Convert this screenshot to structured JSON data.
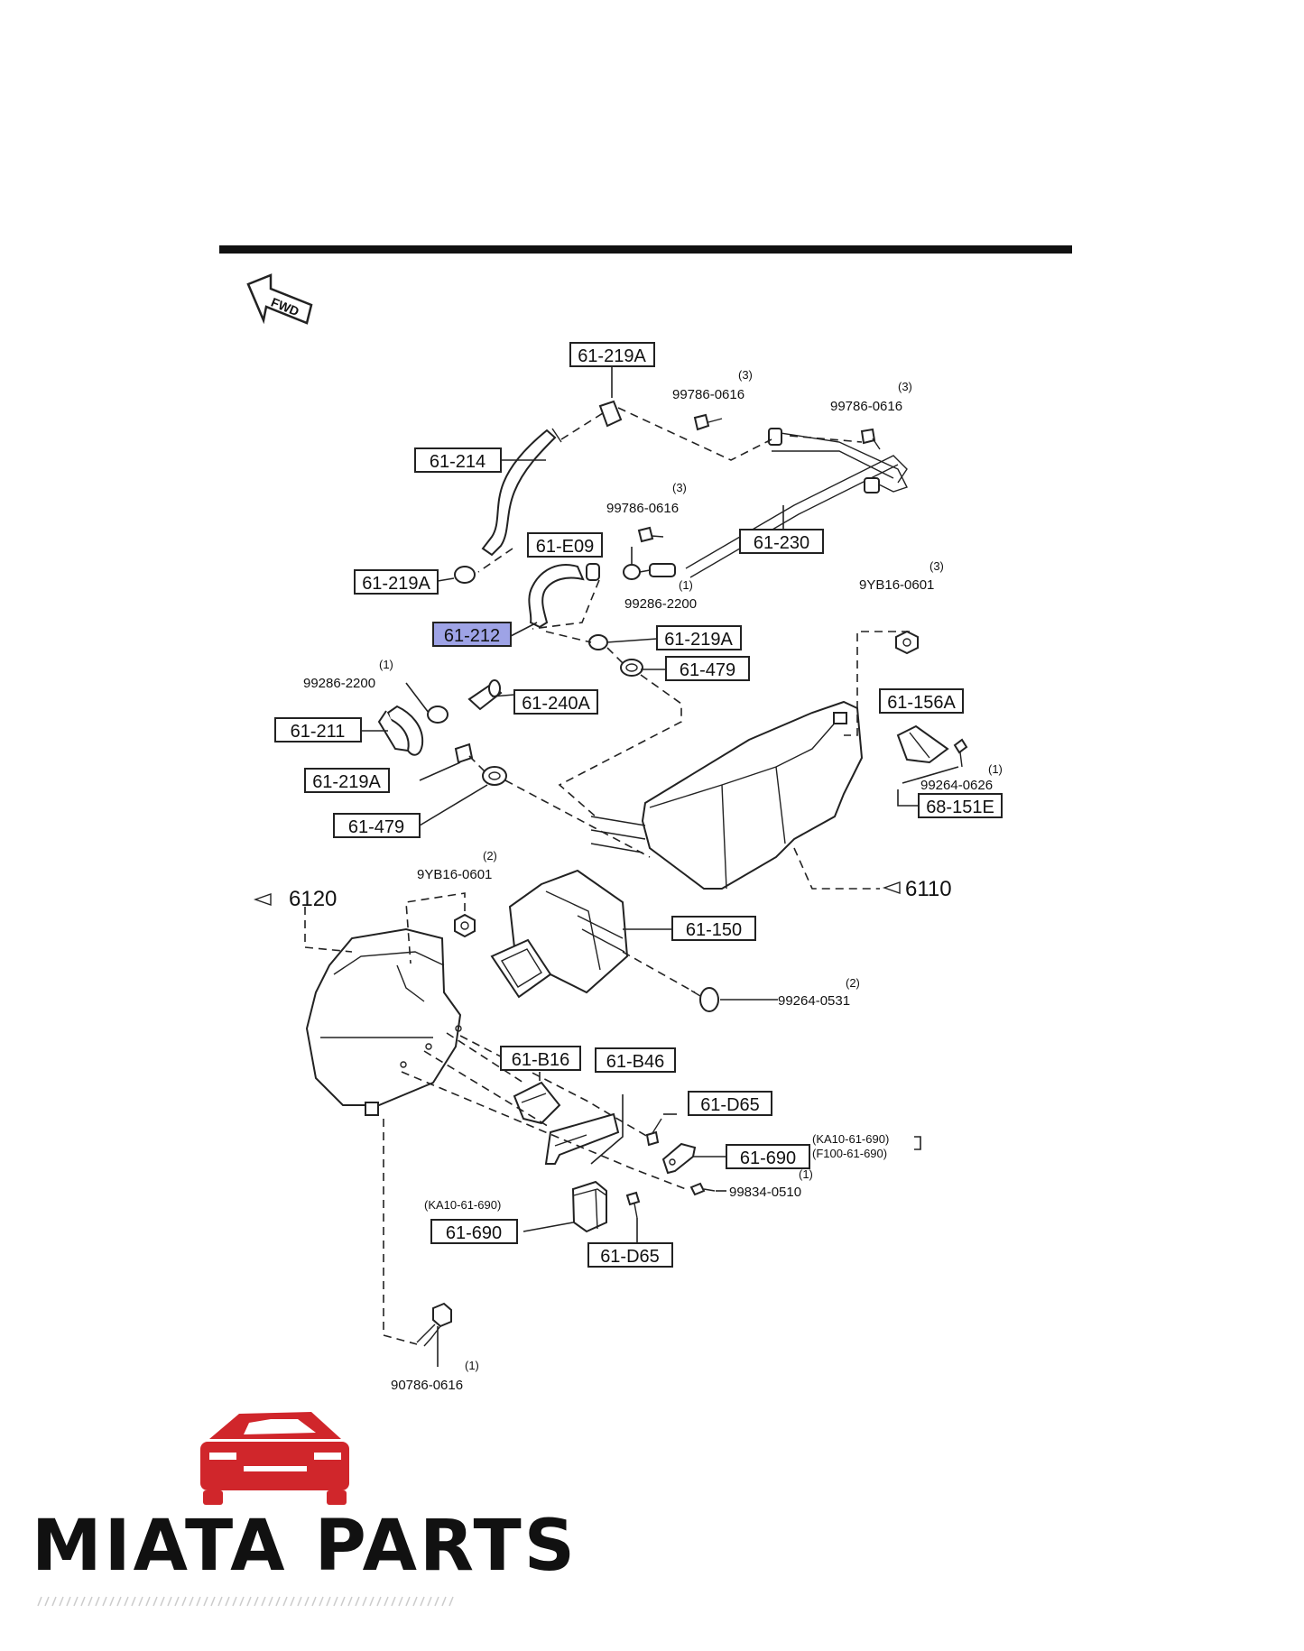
{
  "fwd_label": "FWD",
  "labels": {
    "p_61_219A_top": "61-219A",
    "p_61_214": "61-214",
    "p_61_219A_left": "61-219A",
    "p_61_E09": "61-E09",
    "p_61_230": "61-230",
    "p_61_212": "61-212",
    "p_61_219A_mid": "61-219A",
    "p_61_479_mid": "61-479",
    "p_61_240A": "61-240A",
    "p_61_211": "61-211",
    "p_61_219A_low": "61-219A",
    "p_61_479_low": "61-479",
    "p_61_156A": "61-156A",
    "p_68_151E": "68-151E",
    "p_61_150": "61-150",
    "p_61_B16": "61-B16",
    "p_61_B46": "61-B46",
    "p_61_D65_upper": "61-D65",
    "p_61_690_right": "61-690",
    "p_61_690_left": "61-690",
    "p_61_D65_lower": "61-D65"
  },
  "refs": {
    "r_6120": "6120",
    "r_6110": "6110"
  },
  "specs": {
    "s1": "99786-0616",
    "s1q": "(3)",
    "s2": "99786-0616",
    "s2q": "(3)",
    "s3": "99786-0616",
    "s3q": "(3)",
    "s4": "99286-2200",
    "s4q": "(1)",
    "s5": "9YB16-0601",
    "s5q": "(3)",
    "s6": "99286-2200",
    "s6q": "(1)",
    "s7": "99264-0626",
    "s7q": "(1)",
    "s8": "9YB16-0601",
    "s8q": "(2)",
    "s9": "99264-0531",
    "s9q": "(2)",
    "s10": "99834-0510",
    "s10q": "(1)",
    "s11": "90786-0616",
    "s11q": "(1)",
    "app1": "(KA10-61-690)",
    "app2": "(F100-61-690)",
    "app3": "(KA10-61-690)"
  },
  "brand": {
    "name": "MIATA PARTS",
    "logo_color": "#d0262b",
    "stripe_color": "#cccccc"
  },
  "highlight_color": "#9ea3e6"
}
